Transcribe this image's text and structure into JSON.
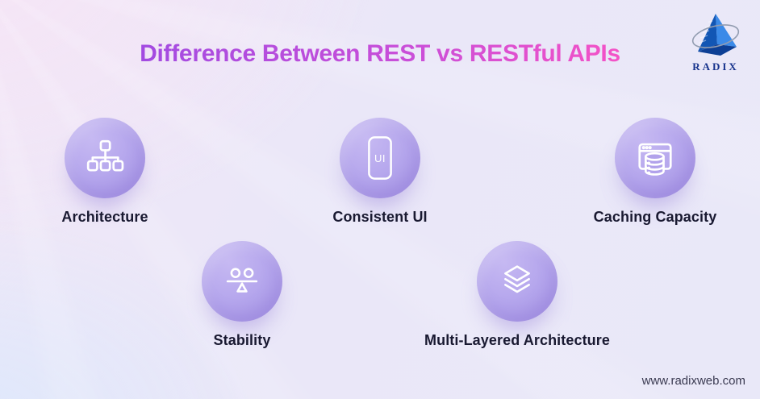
{
  "title": "Difference Between REST vs RESTful APIs",
  "logo": {
    "text": "RADIX"
  },
  "items": [
    {
      "label": "Architecture",
      "icon": "sitemap-icon"
    },
    {
      "label": "Consistent UI",
      "icon": "phone-ui-icon",
      "icon_text": "UI"
    },
    {
      "label": "Caching Capacity",
      "icon": "browser-database-icon"
    },
    {
      "label": "Stability",
      "icon": "balance-scale-icon"
    },
    {
      "label": "Multi-Layered Architecture",
      "icon": "layers-icon"
    }
  ],
  "footer": {
    "website": "www.radixweb.com"
  },
  "colors": {
    "title_gradient_start": "#a24be1",
    "title_gradient_end": "#f552c6",
    "circle_fill": "#b2a3ec",
    "icon_stroke": "#ffffff",
    "label_text": "#191931",
    "footer_text": "#3b3b52",
    "logo_blue_light": "#2f7ee2",
    "logo_blue_dark": "#0d3f95",
    "logo_text_color": "#16328c",
    "background_top_left": "#f4e7f6",
    "background_bottom_left": "#dfe8fb",
    "background_base": "#eae8f8"
  }
}
